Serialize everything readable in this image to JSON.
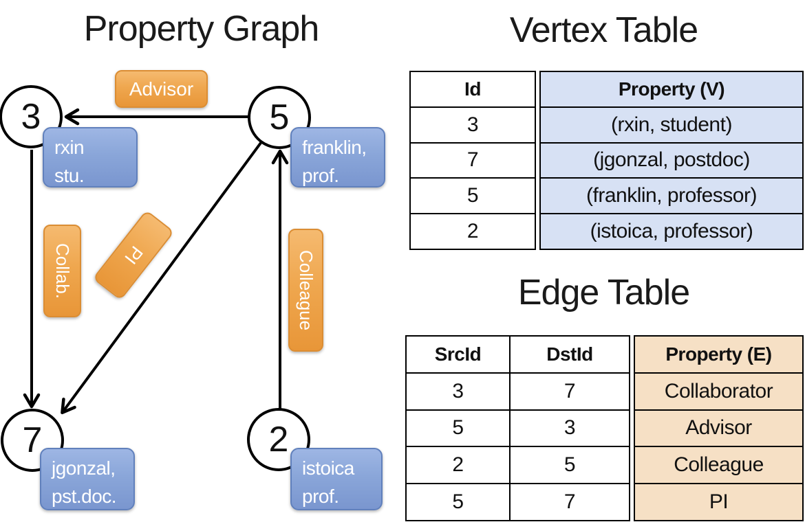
{
  "graph": {
    "title": "Property Graph",
    "nodes": [
      {
        "id": "3"
      },
      {
        "id": "5"
      },
      {
        "id": "7"
      },
      {
        "id": "2"
      }
    ],
    "edge_labels": [
      {
        "text": "Advisor"
      },
      {
        "text": "Collab."
      },
      {
        "text": "PI"
      },
      {
        "text": "Colleague"
      }
    ],
    "vertex_boxes": [
      {
        "line1": "rxin",
        "line2": "stu."
      },
      {
        "line1": "franklin,",
        "line2": "prof."
      },
      {
        "line1": "jgonzal,",
        "line2": "pst.doc."
      },
      {
        "line1": "istoica",
        "line2": "prof."
      }
    ]
  },
  "vertex_table": {
    "title": "Vertex Table",
    "headers": {
      "id": "Id",
      "property": "Property (V)"
    },
    "rows": [
      {
        "id": "3",
        "property": "(rxin, student)"
      },
      {
        "id": "7",
        "property": "(jgonzal, postdoc)"
      },
      {
        "id": "5",
        "property": "(franklin, professor)"
      },
      {
        "id": "2",
        "property": "(istoica, professor)"
      }
    ]
  },
  "edge_table": {
    "title": "Edge Table",
    "headers": {
      "src": "SrcId",
      "dst": "DstId",
      "property": "Property (E)"
    },
    "rows": [
      {
        "src": "3",
        "dst": "7",
        "property": "Collaborator"
      },
      {
        "src": "5",
        "dst": "3",
        "property": "Advisor"
      },
      {
        "src": "2",
        "dst": "5",
        "property": "Colleague"
      },
      {
        "src": "5",
        "dst": "7",
        "property": "PI"
      }
    ]
  },
  "colors": {
    "edge_label_orange": "#E89638",
    "vertex_box_blue": "#7A96CF",
    "vertex_cell_bg": "#D7E1F4",
    "edge_cell_bg": "#F6E0C5",
    "line_black": "#000000"
  }
}
